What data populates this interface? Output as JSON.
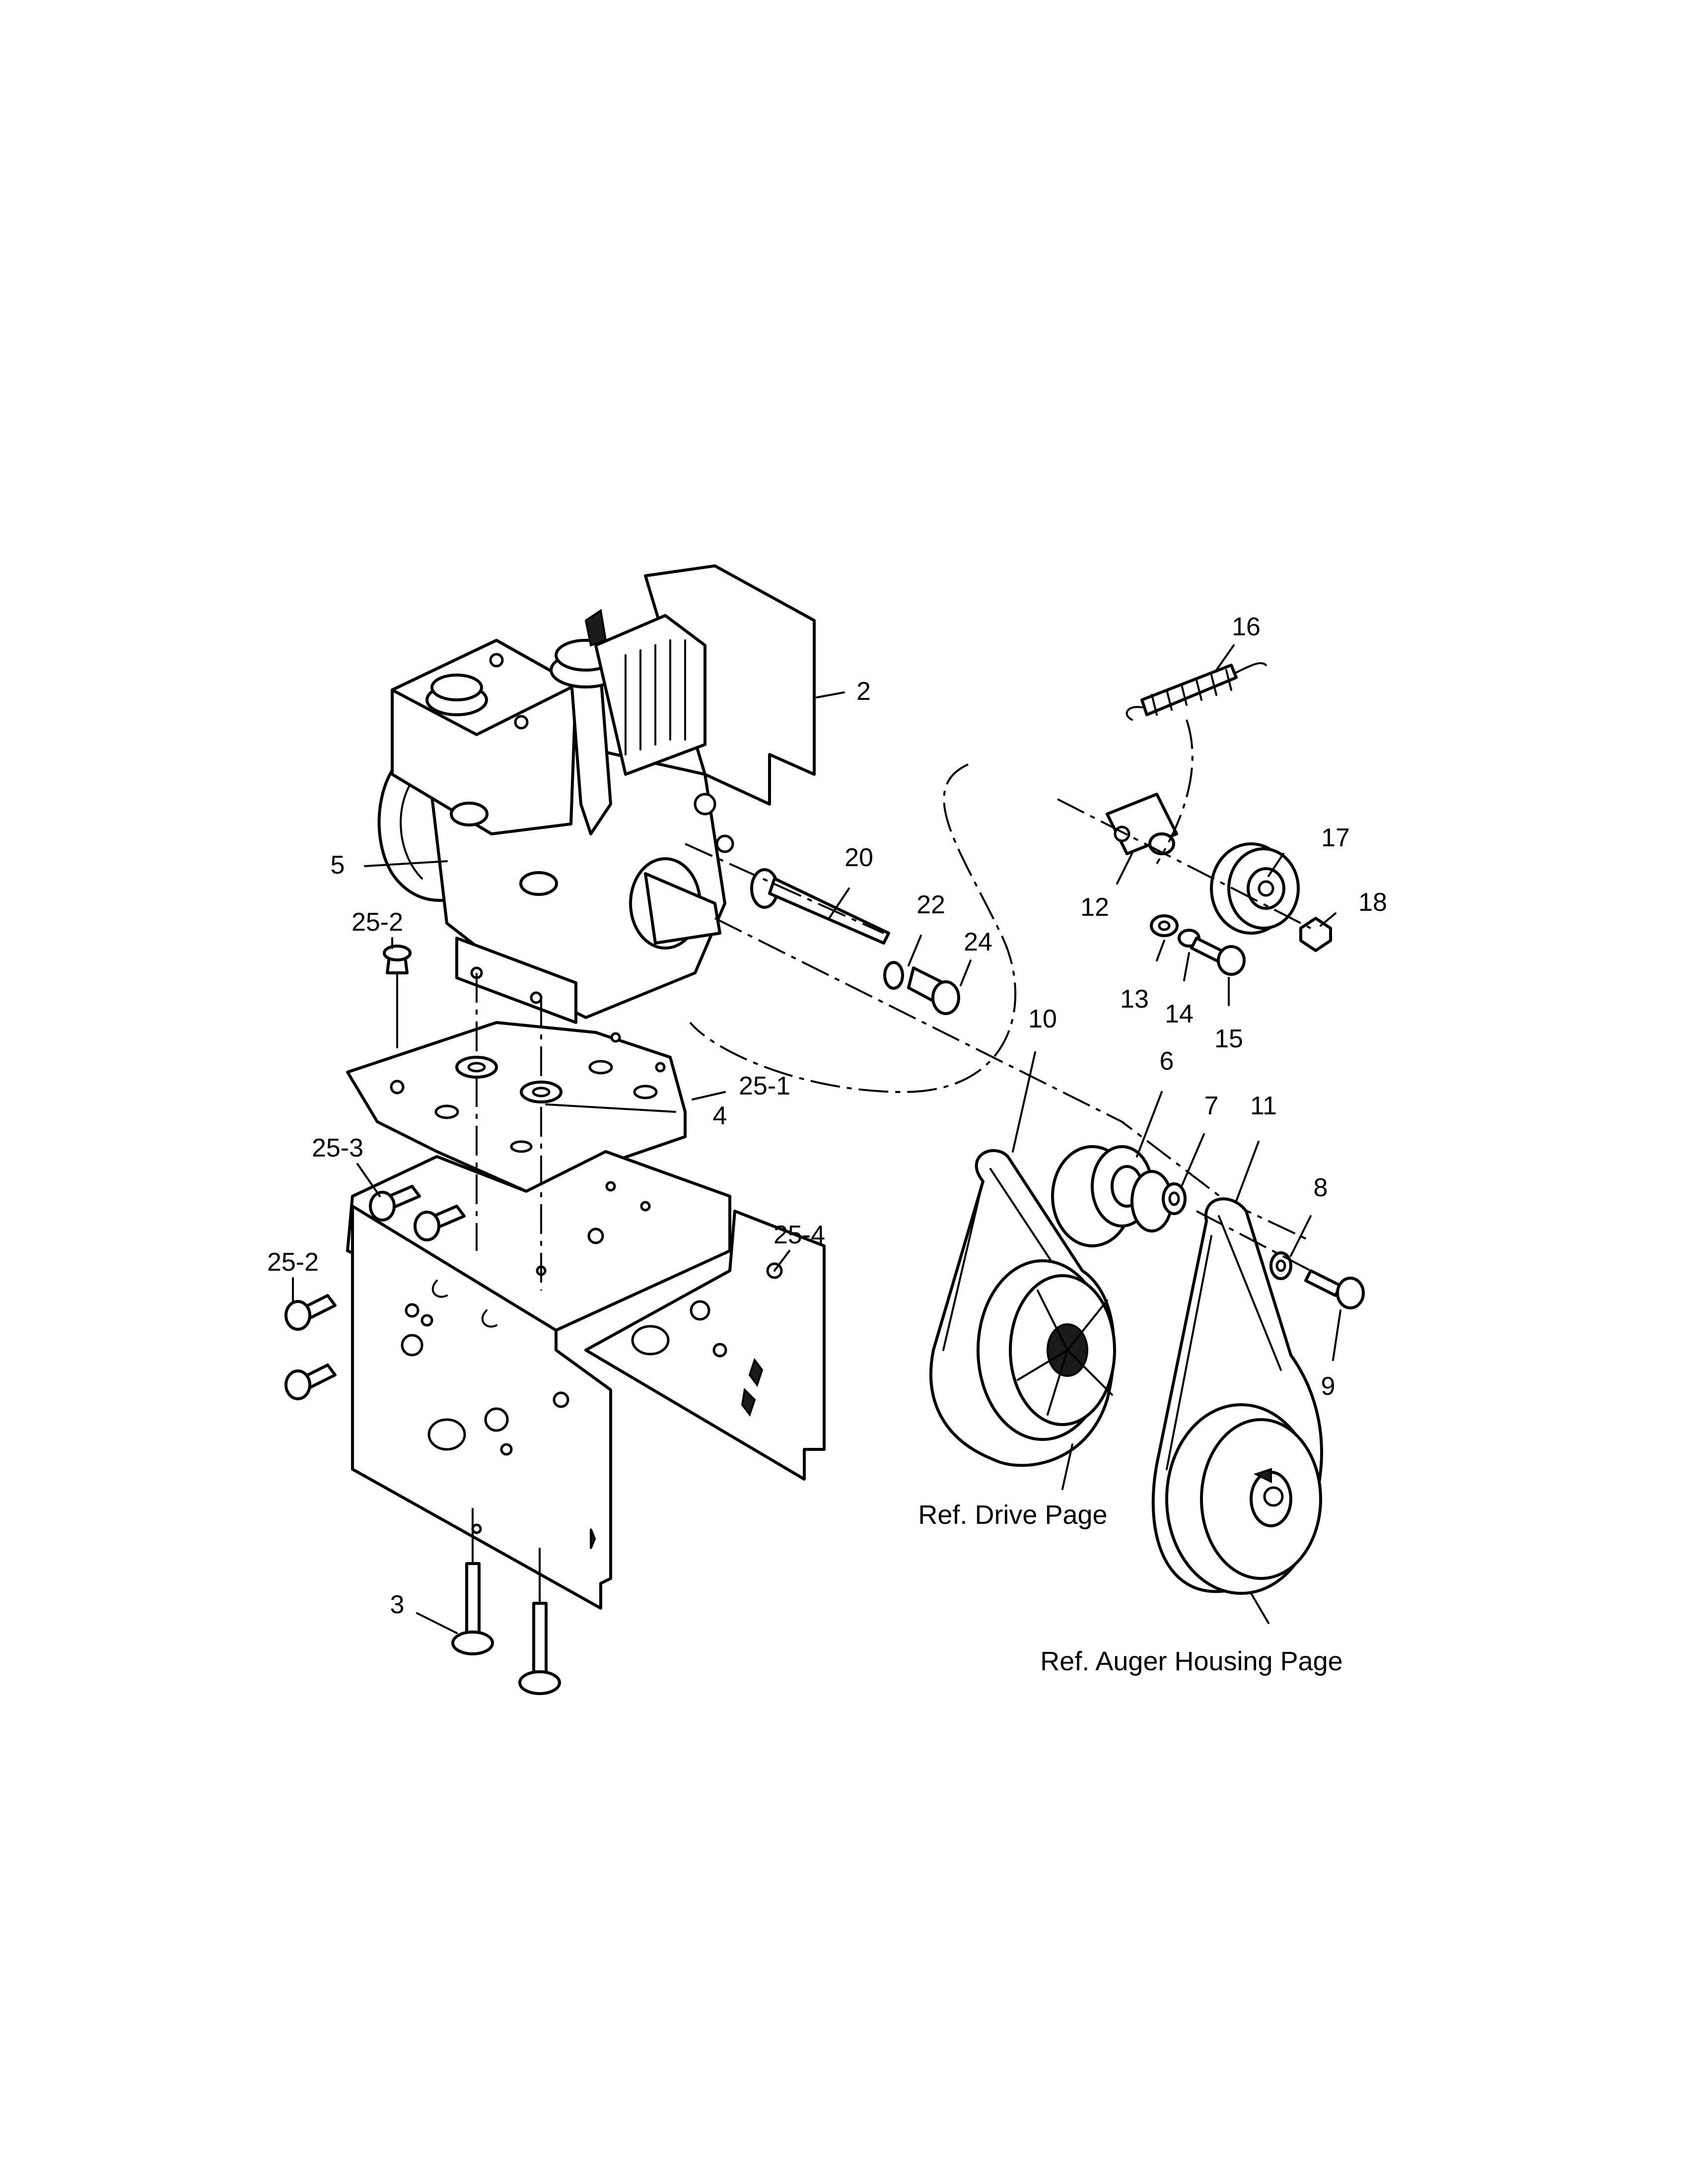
{
  "callouts": {
    "c2": "2",
    "c3": "3",
    "c4": "4",
    "c5": "5",
    "c6": "6",
    "c7": "7",
    "c8": "8",
    "c9": "9",
    "c10": "10",
    "c11": "11",
    "c12": "12",
    "c13": "13",
    "c14": "14",
    "c15": "15",
    "c16": "16",
    "c17": "17",
    "c18": "18",
    "c20": "20",
    "c22": "22",
    "c24": "24",
    "c25_1": "25-1",
    "c25_2a": "25-2",
    "c25_2b": "25-2",
    "c25_3": "25-3",
    "c25_4": "25-4"
  },
  "references": {
    "drive": "Ref. Drive Page",
    "auger": "Ref. Auger Housing Page"
  }
}
